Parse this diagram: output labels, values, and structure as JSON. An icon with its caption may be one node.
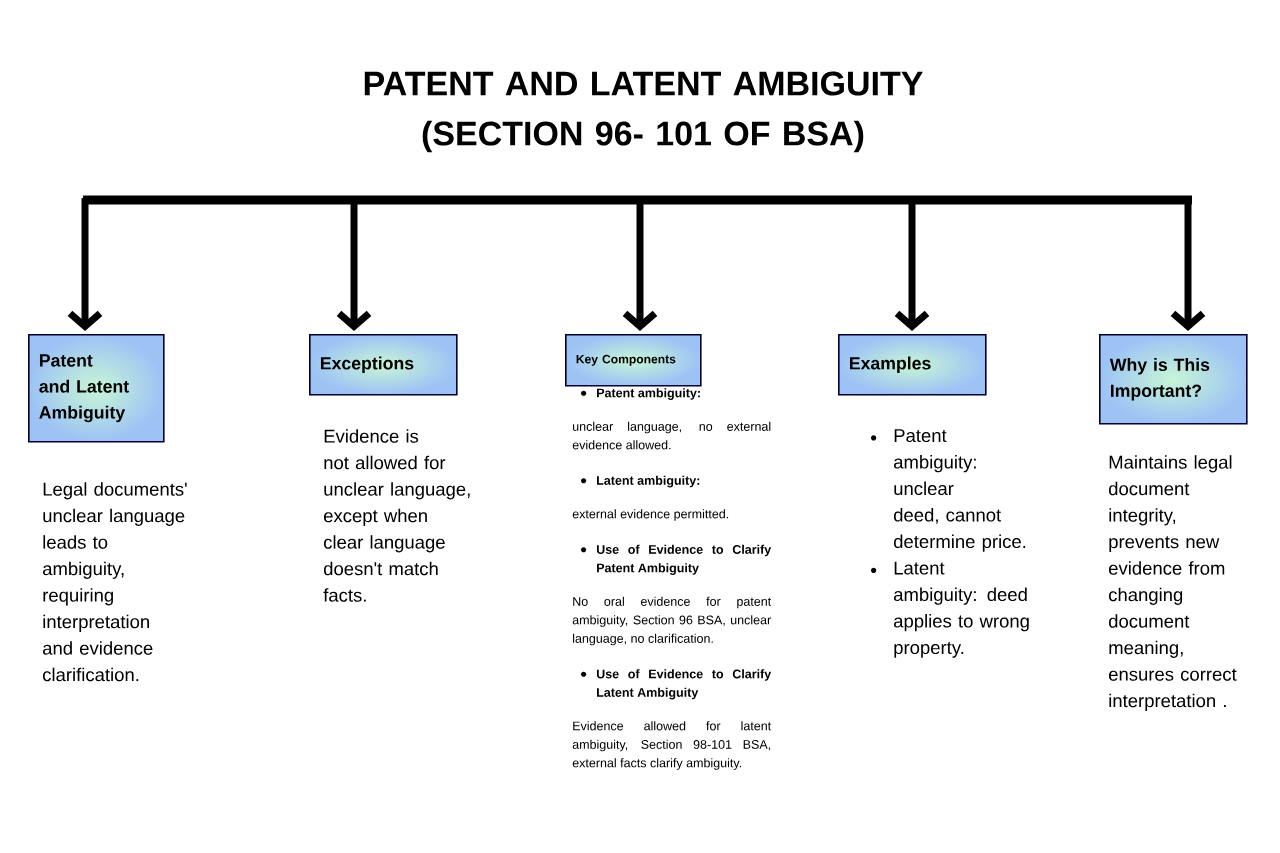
{
  "diagram": {
    "title": "PATENT AND LATENT AMBIGUITY (SECTION 96- 101 OF BSA)",
    "nodes": [
      {
        "text": [
          "Patent and Latent Ambiguity"
        ],
        "beside": [
          "Legal documents' unclear language leads to ambiguity, requiring interpretation and evidence clarification."
        ]
      },
      {
        "text": [
          "Exceptions"
        ],
        "beside": [
          "Evidence is not allowed for unclear language, except when clear language doesn't match facts."
        ]
      },
      {
        "text": [
          "Key Components"
        ],
        "beside": [
          "Patent ambiguity:",
          "unclear language, no external evidence allowed.",
          "Latent ambiguity:",
          "external evidence permitted.",
          "Use of Evidence to Clarify Patent Ambiguity",
          "No oral evidence for patent ambiguity, Section 96 BSA, unclear language, no clarification.",
          "Use of Evidence to Clarify Latent Ambiguity",
          "Evidence allowed for latent ambiguity, Section 98-101 BSA, external facts clarify ambiguity."
        ]
      },
      {
        "text": [
          "Examples"
        ],
        "beside": [
          "Patent ambiguity: unclear deed, cannot determine price.",
          "Latent ambiguity: deed applies to wrong property."
        ]
      },
      {
        "text": [
          "Why is This Important?"
        ],
        "beside": [
          "Maintains legal document integrity, prevents new evidence from changing document meaning, ensures correct interpretation ."
        ]
      }
    ],
    "edges": [
      {
        "from": null,
        "to": 0,
        "arrow": "to"
      },
      {
        "from": null,
        "to": 1,
        "arrow": "to"
      },
      {
        "from": null,
        "to": 2,
        "arrow": "to"
      },
      {
        "from": null,
        "to": 3,
        "arrow": "to"
      },
      {
        "from": null,
        "to": 4,
        "arrow": "to"
      }
    ]
  }
}
